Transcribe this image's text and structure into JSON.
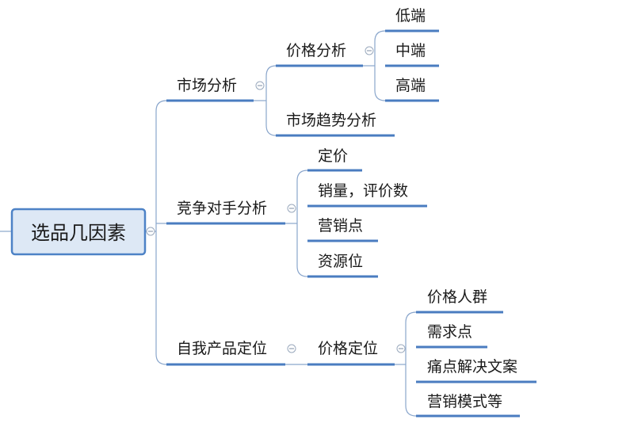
{
  "mindmap": {
    "root": "选品几因素",
    "branches": [
      {
        "label": "市场分析",
        "children": [
          {
            "label": "价格分析",
            "children": [
              "低端",
              "中端",
              "高端"
            ]
          },
          {
            "label": "市场趋势分析"
          }
        ]
      },
      {
        "label": "竞争对手分析",
        "children": [
          "定价",
          "销量，评价数",
          "营销点",
          "资源位"
        ]
      },
      {
        "label": "自我产品定位",
        "children": [
          {
            "label": "价格定位",
            "children": [
              "价格人群",
              "需求点",
              "痛点解决文案",
              "营销模式等"
            ]
          }
        ]
      }
    ]
  },
  "colors": {
    "underline": "#4a7cc0",
    "connector": "#8aa6cc",
    "root_fill": "#dde8f5",
    "root_border": "#4d82c6"
  }
}
